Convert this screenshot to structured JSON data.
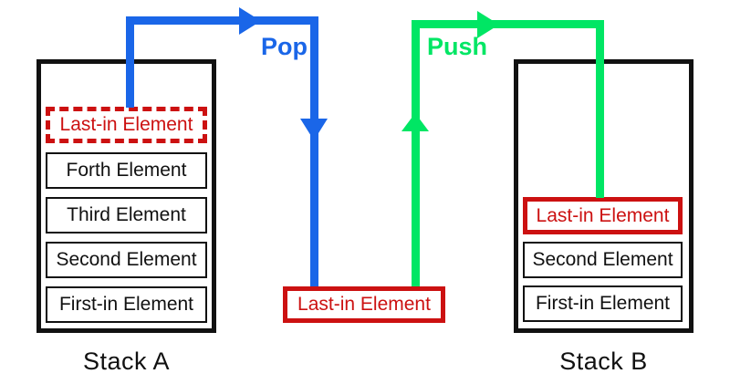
{
  "stacks": {
    "a": {
      "label": "Stack A",
      "items": [
        {
          "label": "Last-in Element",
          "highlight": "dashed-red"
        },
        {
          "label": "Forth Element",
          "highlight": "none"
        },
        {
          "label": "Third Element",
          "highlight": "none"
        },
        {
          "label": "Second Element",
          "highlight": "none"
        },
        {
          "label": "First-in Element",
          "highlight": "none"
        }
      ]
    },
    "b": {
      "label": "Stack B",
      "items": [
        {
          "label": "Last-in Element",
          "highlight": "solid-red"
        },
        {
          "label": "Second Element",
          "highlight": "none"
        },
        {
          "label": "First-in Element",
          "highlight": "none"
        }
      ]
    }
  },
  "transfer_box": {
    "label": "Last-in Element"
  },
  "operations": {
    "pop": {
      "label": "Pop",
      "color": "#1A66E8"
    },
    "push": {
      "label": "Push",
      "color": "#00E664"
    }
  },
  "colors": {
    "highlight_red": "#CC1111",
    "outline_black": "#111111",
    "background": "#FFFFFF"
  }
}
